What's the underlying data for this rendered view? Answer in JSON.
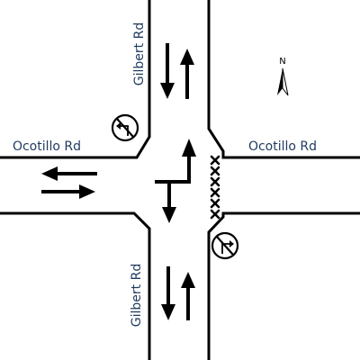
{
  "streets": {
    "north_label": "Gilbert Rd",
    "south_label": "Gilbert Rd",
    "west_label": "Ocotillo Rd",
    "east_label": "Ocotillo Rd"
  },
  "compass": {
    "north_letter": "N",
    "icon": "north-arrow-icon"
  },
  "signs": [
    {
      "name": "no-left-turn-sign",
      "icon": "no-left-turn-icon",
      "location": "northwest corner"
    },
    {
      "name": "no-right-turn-sign",
      "icon": "no-right-turn-icon",
      "location": "southeast corner"
    }
  ],
  "crosswalk": {
    "location": "east leg",
    "style": "x-marks"
  },
  "lanes": {
    "north_leg": [
      "southbound",
      "northbound"
    ],
    "south_leg": [
      "southbound",
      "northbound"
    ],
    "west_leg": [
      "westbound",
      "eastbound"
    ],
    "center": [
      "northbound from east",
      "westbound turn",
      "southbound"
    ]
  },
  "colors": {
    "label_text": "#1f3a5f",
    "lines": "#000000",
    "background": "#ffffff"
  }
}
